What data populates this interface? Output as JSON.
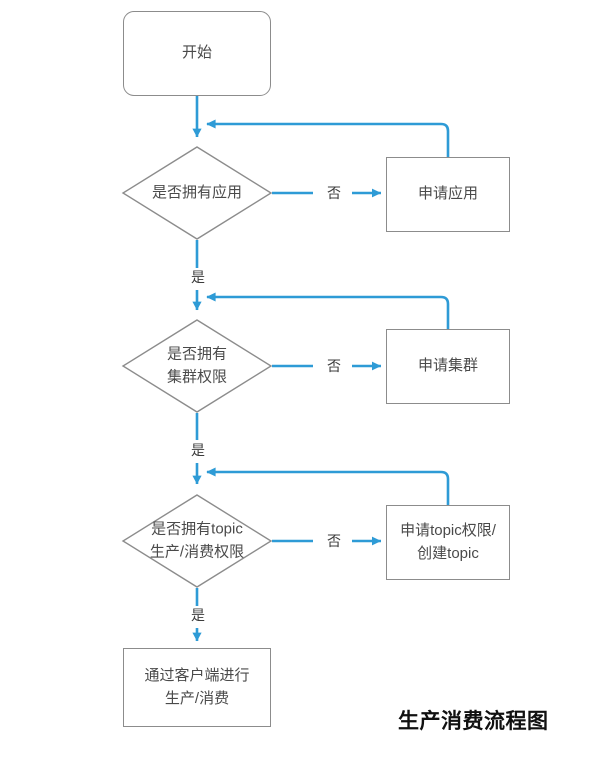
{
  "diagram": {
    "caption": "生产消费流程图",
    "accent_color": "#2e9bd6",
    "node_border_color": "#8c8c8c",
    "text_color": "#4a4a4a",
    "background": "#ffffff",
    "nodes": {
      "start": {
        "label": "开始",
        "shape": "rounded-rectangle"
      },
      "decision_app": {
        "label": "是否拥有应用",
        "shape": "diamond"
      },
      "action_app": {
        "label": "申请应用",
        "shape": "rectangle"
      },
      "decision_cluster": {
        "line1": "是否拥有",
        "line2": "集群权限",
        "shape": "diamond"
      },
      "action_cluster": {
        "label": "申请集群",
        "shape": "rectangle"
      },
      "decision_topic": {
        "line1": "是否拥有topic",
        "line2": "生产/消费权限",
        "shape": "diamond"
      },
      "action_topic": {
        "line1": "申请topic权限/",
        "line2": "创建topic",
        "shape": "rectangle"
      },
      "end": {
        "line1": "通过客户端进行",
        "line2": "生产/消费",
        "shape": "rectangle"
      }
    },
    "edge_labels": {
      "no_app": "否",
      "yes_app": "是",
      "no_cluster": "否",
      "yes_cluster": "是",
      "no_topic": "否",
      "yes_topic": "是"
    }
  }
}
